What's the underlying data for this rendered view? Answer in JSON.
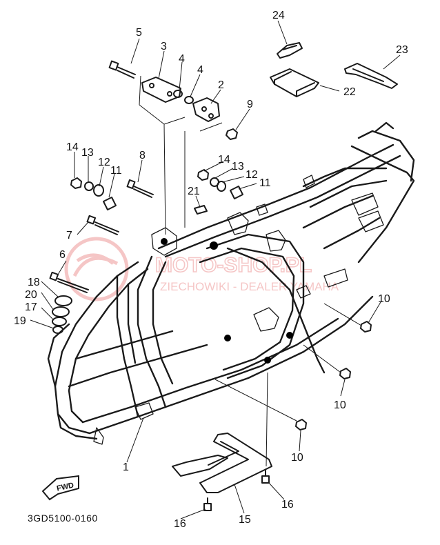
{
  "diagram": {
    "drawing_code": "3GD5100-0160",
    "fwd_label": "FWD",
    "watermark": {
      "line1": "MOTO-SHOP.PL",
      "line2": "ZIECHOWIKI - DEALER YAMAHA",
      "color": "#f2b4b4"
    },
    "callouts": [
      {
        "id": "c24",
        "text": "24"
      },
      {
        "id": "c23",
        "text": "23"
      },
      {
        "id": "c22",
        "text": "22"
      },
      {
        "id": "c5",
        "text": "5"
      },
      {
        "id": "c3",
        "text": "3"
      },
      {
        "id": "c4a",
        "text": "4"
      },
      {
        "id": "c4b",
        "text": "4"
      },
      {
        "id": "c2",
        "text": "2"
      },
      {
        "id": "c9",
        "text": "9"
      },
      {
        "id": "c14a",
        "text": "14"
      },
      {
        "id": "c13a",
        "text": "13"
      },
      {
        "id": "c12a",
        "text": "12"
      },
      {
        "id": "c11a",
        "text": "11"
      },
      {
        "id": "c8",
        "text": "8"
      },
      {
        "id": "c14b",
        "text": "14"
      },
      {
        "id": "c13b",
        "text": "13"
      },
      {
        "id": "c12b",
        "text": "12"
      },
      {
        "id": "c11b",
        "text": "11"
      },
      {
        "id": "c21",
        "text": "21"
      },
      {
        "id": "c7",
        "text": "7"
      },
      {
        "id": "c6",
        "text": "6"
      },
      {
        "id": "c18",
        "text": "18"
      },
      {
        "id": "c20",
        "text": "20"
      },
      {
        "id": "c17",
        "text": "17"
      },
      {
        "id": "c19",
        "text": "19"
      },
      {
        "id": "c10a",
        "text": "10"
      },
      {
        "id": "c10b",
        "text": "10"
      },
      {
        "id": "c10c",
        "text": "10"
      },
      {
        "id": "c1",
        "text": "1"
      },
      {
        "id": "c16a",
        "text": "16"
      },
      {
        "id": "c15",
        "text": "15"
      },
      {
        "id": "c16b",
        "text": "16"
      }
    ]
  }
}
